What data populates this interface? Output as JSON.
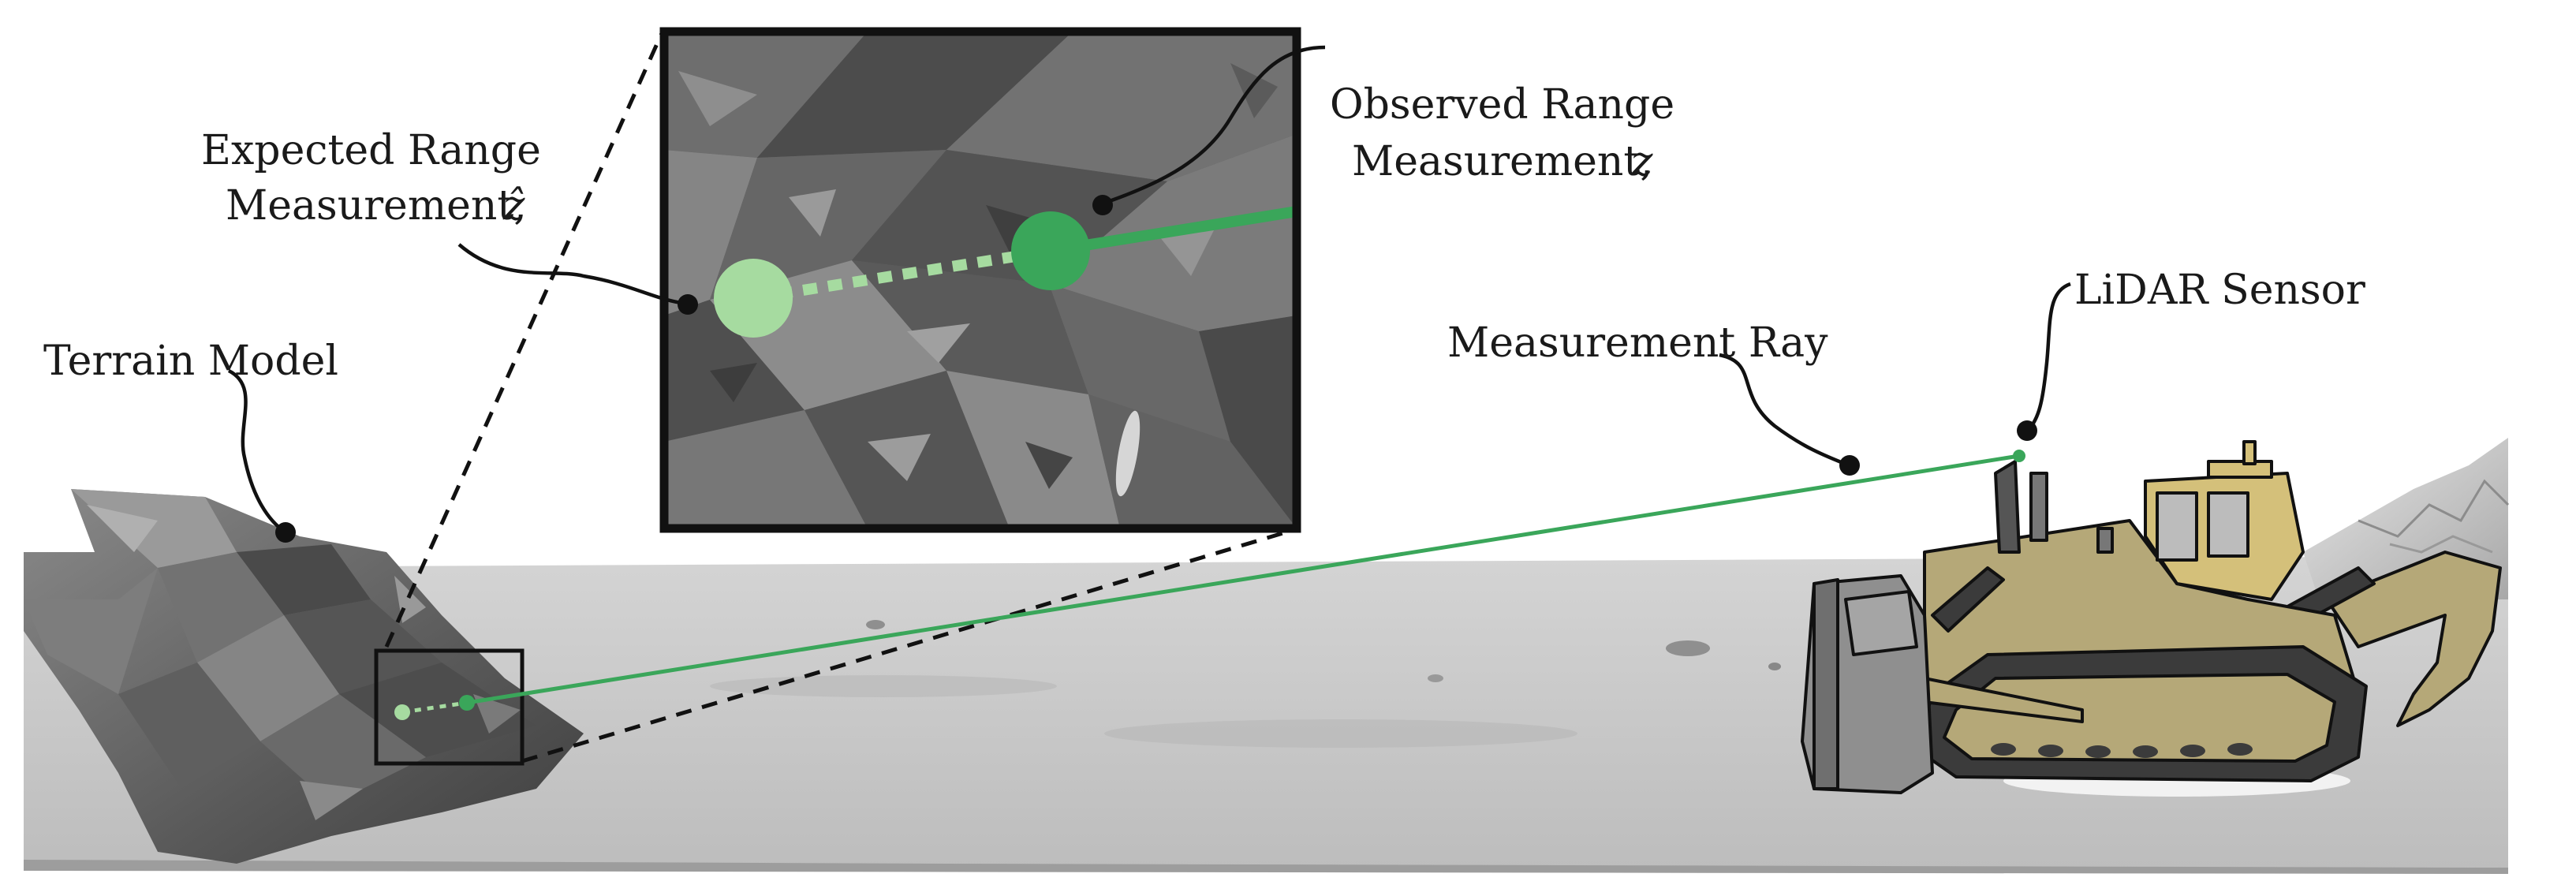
{
  "labels": {
    "expected_line1": "Expected Range",
    "expected_line2": "Measurement,",
    "expected_symbol": "ẑ",
    "observed_line1": "Observed Range",
    "observed_line2": "Measurement,",
    "observed_symbol": "z",
    "terrain_model": "Terrain Model",
    "measurement_ray": "Measurement Ray",
    "lidar_sensor": "LiDAR Sensor"
  },
  "colors": {
    "expected_point": "#a6dba0",
    "observed_point": "#3aa65a",
    "ray": "#3aa65a",
    "bulldozer_body": "#b5a878",
    "ground": "#c9c9c9",
    "terrain": "#6b6b6b"
  }
}
